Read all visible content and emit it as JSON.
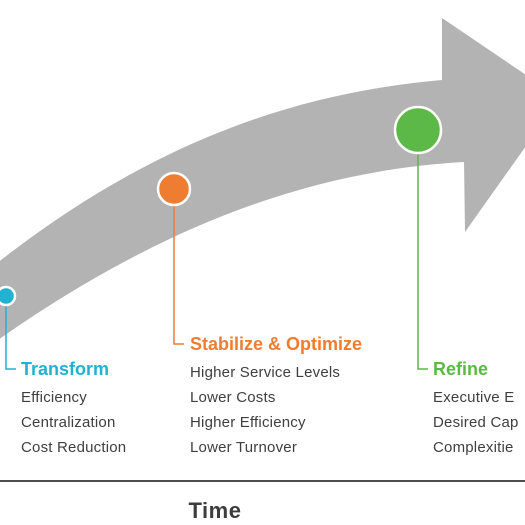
{
  "colors": {
    "arrow": "#b3b3b3",
    "axis": "#4d4d4d",
    "text": "#3f3f3f"
  },
  "stages": [
    {
      "title": "Transform",
      "color": "#21b1d1",
      "items": [
        "Efficiency",
        "Centralization",
        "Cost Reduction"
      ]
    },
    {
      "title": "Stabilize & Optimize",
      "color": "#ee7d31",
      "items": [
        "Higher Service Levels",
        "Lower Costs",
        "Higher Efficiency",
        "Lower Turnover"
      ]
    },
    {
      "title": "Refine",
      "color": "#5cb847",
      "items": [
        "Executive E",
        "Desired Cap",
        "Complexitie"
      ]
    }
  ],
  "axis": {
    "label": "Time"
  }
}
